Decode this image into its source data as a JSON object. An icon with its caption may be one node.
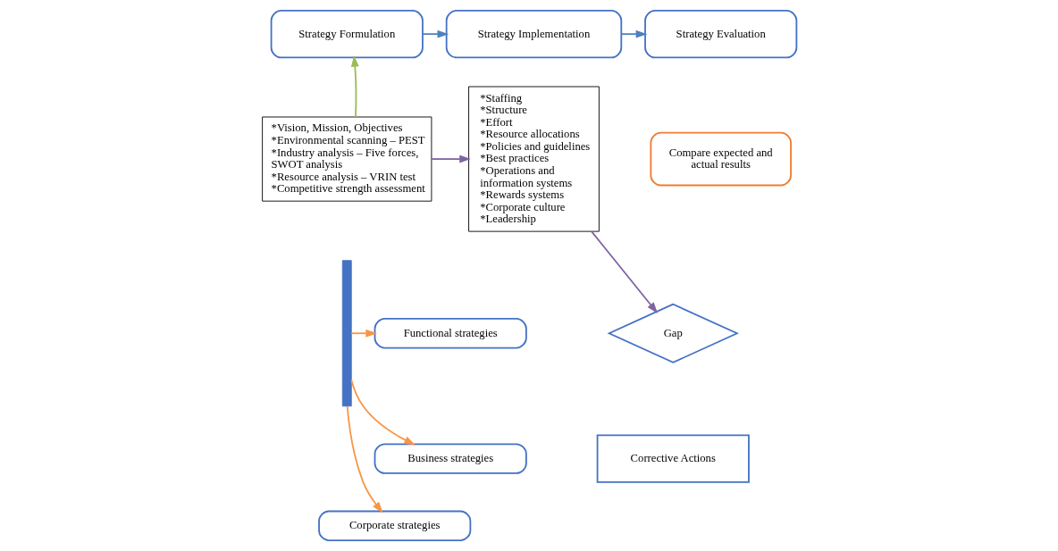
{
  "diagram": {
    "nodes": [
      {
        "text": [
          "Strategy Formulation"
        ]
      },
      {
        "text": [
          "Strategy Implementation"
        ]
      },
      {
        "text": [
          "Strategy Evaluation"
        ]
      },
      {
        "text": [
          "*Vision, Mission, Objectives",
          "*Environmental scanning – PEST",
          "*Industry analysis – Five forces, SWOT analysis",
          "*Resource analysis – VRIN test",
          "*Competitive strength assessment"
        ]
      },
      {
        "text": [],
        "shape": "bar"
      },
      {
        "text": [
          "Functional strategies"
        ]
      },
      {
        "text": [
          "Business strategies"
        ]
      },
      {
        "text": [
          "Corporate strategies"
        ]
      },
      {
        "text": [
          "*Staffing",
          "*Structure",
          "*Effort",
          "*Resource allocations",
          "*Policies and guidelines",
          "*Best practices",
          "*Operations and information systems",
          "*Rewards systems",
          "*Corporate culture",
          "*Leadership"
        ]
      },
      {
        "text": [
          "Compare expected and actual results"
        ]
      },
      {
        "text": [
          "Gap"
        ]
      },
      {
        "text": [
          "Corrective Actions"
        ]
      }
    ],
    "edges": [
      {
        "from": 0,
        "to": 1,
        "arrow": "to",
        "color": "#4f81bd"
      },
      {
        "from": 1,
        "to": 2,
        "arrow": "to",
        "color": "#4f81bd"
      },
      {
        "from": 3,
        "to": 0,
        "arrow": "to",
        "color": "#9bbb59"
      },
      {
        "from": 4,
        "to": 5,
        "arrow": "to",
        "color": "#f79646"
      },
      {
        "from": 4,
        "to": 6,
        "arrow": "to",
        "color": "#f79646"
      },
      {
        "from": 4,
        "to": 7,
        "arrow": "to",
        "color": "#f79646"
      },
      {
        "from": 3,
        "to": 8,
        "arrow": "to",
        "color": "#8064a2"
      },
      {
        "from": 8,
        "to": 10,
        "arrow": "to",
        "color": "#8064a2"
      }
    ]
  }
}
